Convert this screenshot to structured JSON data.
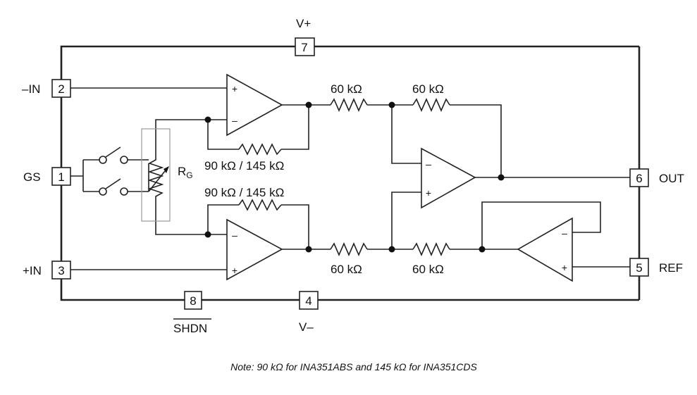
{
  "pins": {
    "vplus": {
      "number": "7",
      "label": "V+"
    },
    "inminus": {
      "number": "2",
      "label": "–IN"
    },
    "gs": {
      "number": "1",
      "label": "GS"
    },
    "inplus": {
      "number": "3",
      "label": "+IN"
    },
    "shdn": {
      "number": "8",
      "label": "SHDN"
    },
    "vminus": {
      "number": "4",
      "label": "V–"
    },
    "out": {
      "number": "6",
      "label": "OUT"
    },
    "ref": {
      "number": "5",
      "label": "REF"
    }
  },
  "resistors": {
    "r1": "60 kΩ",
    "r2": "60 kΩ",
    "r3": "60 kΩ",
    "r4": "60 kΩ",
    "rf_top": "90 kΩ / 145 kΩ",
    "rf_bottom": "90 kΩ / 145 kΩ",
    "rg_main": "R",
    "rg_sub": "G"
  },
  "signs": {
    "plus": "+",
    "minus": "–"
  },
  "note": "Note: 90 kΩ for INA351ABS and 145 kΩ for INA351CDS"
}
